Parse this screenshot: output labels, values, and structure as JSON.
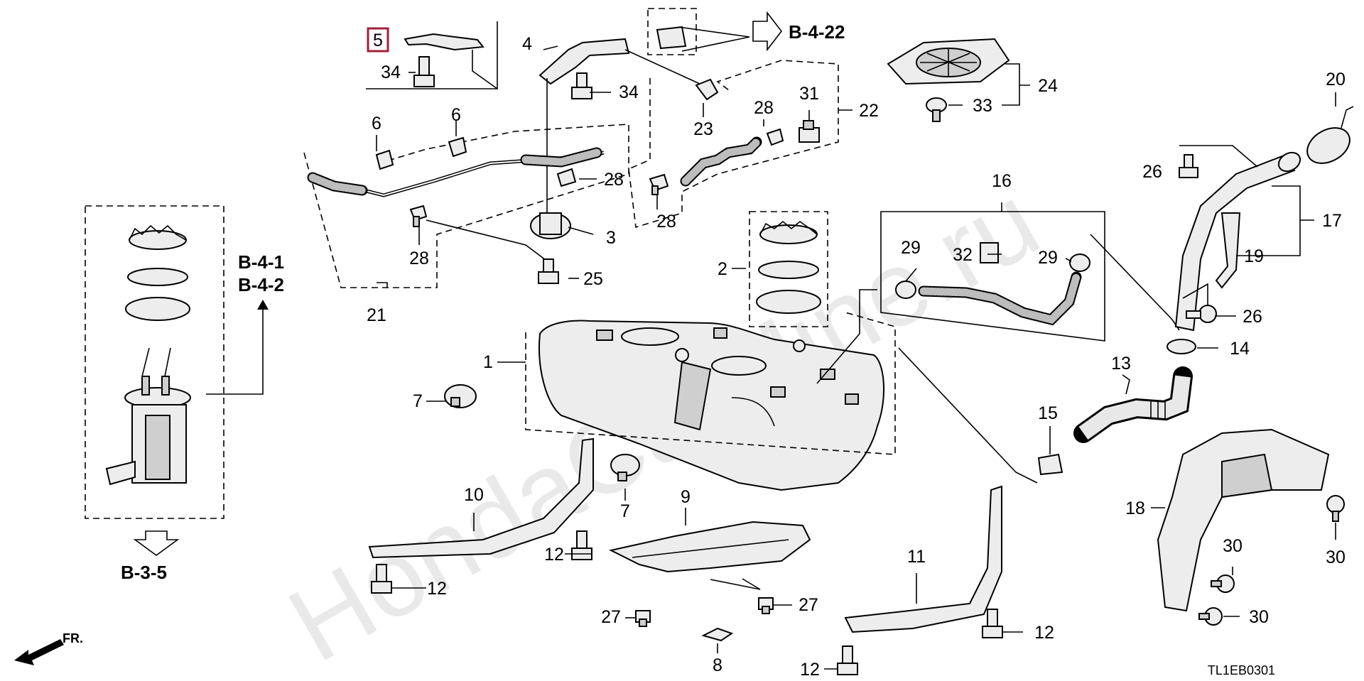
{
  "watermark": "HondaCarMine.ru",
  "figure_code": "TL1EB0301",
  "direction_label": "FR.",
  "section_refs": {
    "top": "B-4-22",
    "fuel_pump_1": "B-4-1",
    "fuel_pump_2": "B-4-2",
    "bottom": "B-3-5"
  },
  "highlight_color": "#a0203a",
  "callouts": {
    "c1": "1",
    "c2": "2",
    "c3": "3",
    "c4": "4",
    "c5": "5",
    "c6a": "6",
    "c6b": "6",
    "c7a": "7",
    "c7b": "7",
    "c8": "8",
    "c9": "9",
    "c10": "10",
    "c11": "11",
    "c12a": "12",
    "c12b": "12",
    "c12c": "12",
    "c12d": "12",
    "c13": "13",
    "c14": "14",
    "c15": "15",
    "c16": "16",
    "c17": "17",
    "c18": "18",
    "c19": "19",
    "c20": "20",
    "c21": "21",
    "c22": "22",
    "c23": "23",
    "c24": "24",
    "c25": "25",
    "c26a": "26",
    "c26b": "26",
    "c27a": "27",
    "c27b": "27",
    "c28a": "28",
    "c28b": "28",
    "c28c": "28",
    "c28d": "28",
    "c29a": "29",
    "c29b": "29",
    "c30a": "30",
    "c30b": "30",
    "c30c": "30",
    "c31": "31",
    "c32": "32",
    "c33": "33",
    "c34a": "34",
    "c34b": "34"
  }
}
